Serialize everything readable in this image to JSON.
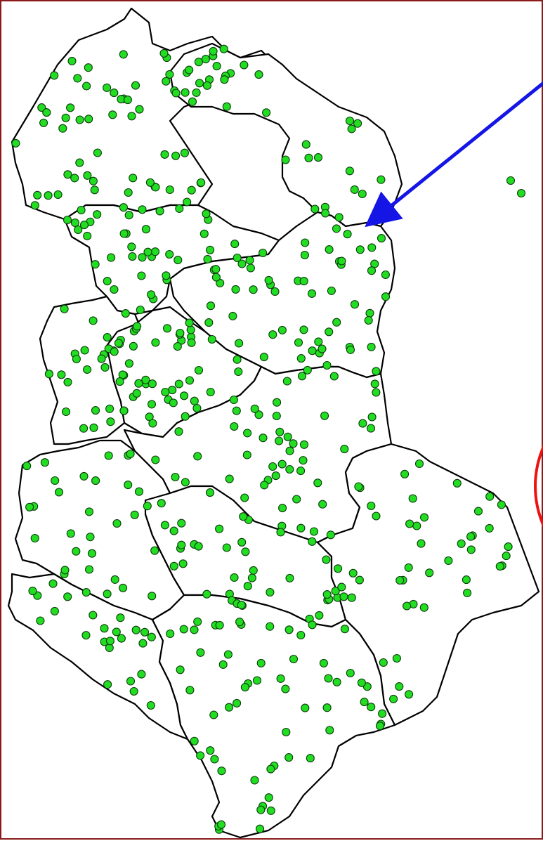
{
  "map": {
    "colors": {
      "border": "#000000",
      "land": "#ffffff",
      "point_fill": "#22dd22",
      "point_stroke": "#0b3d0b",
      "arrow": "#1515e6",
      "callout_circle": "#ee1111",
      "frame": "#8b1a1a"
    },
    "regions": [
      "region-shkoder",
      "region-kukes",
      "region-lezhe",
      "region-diber",
      "region-durres",
      "region-tirane",
      "region-elbasan",
      "region-fier",
      "region-berat",
      "region-korce",
      "region-vlore",
      "region-gjirokaster"
    ]
  }
}
